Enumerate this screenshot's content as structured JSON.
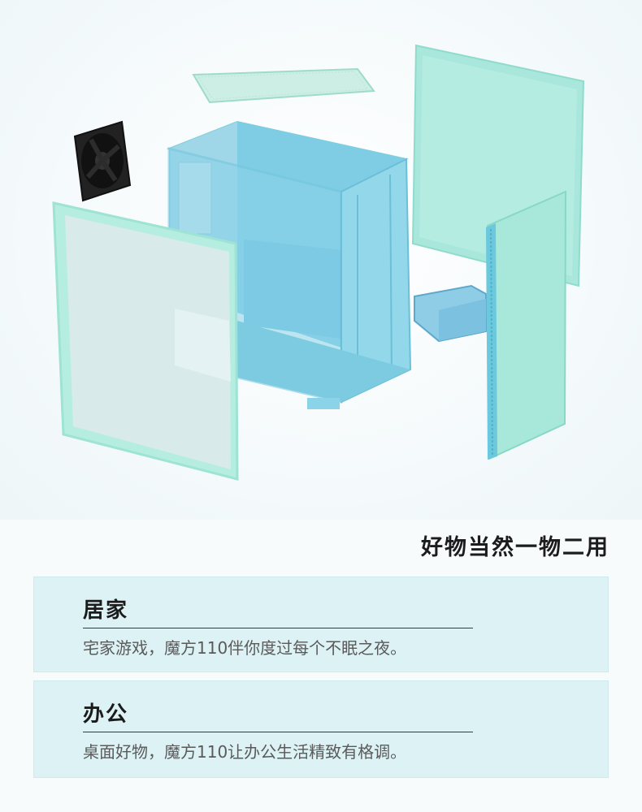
{
  "headline": "好物当然一物二用",
  "sections": [
    {
      "title": "居家",
      "desc": "宅家游戏，魔方110伴你度过每个不眠之夜。"
    },
    {
      "title": "办公",
      "desc": "桌面好物，魔方110让办公生活精致有格调。"
    }
  ],
  "colors": {
    "case_body": "#8fd8e8",
    "panel_mint": "#a8e8da",
    "card_bg": "#ddf2f5",
    "fan": "#1a1a1a"
  },
  "icons": [
    "fan-icon",
    "dust-filter-icon",
    "glass-panel-icon",
    "steel-panel-icon",
    "front-panel-icon",
    "drive-cage-icon",
    "case-chassis-icon"
  ]
}
